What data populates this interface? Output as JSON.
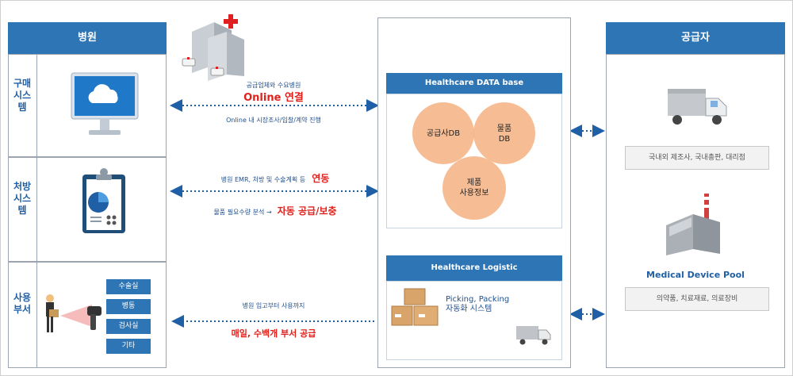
{
  "hospital": {
    "header": "병원",
    "rows": [
      {
        "label": "구매시스템"
      },
      {
        "label": "처방시스템"
      },
      {
        "label": "사용부서"
      }
    ],
    "departments": [
      "수술실",
      "병동",
      "검사실",
      "기타"
    ]
  },
  "flows": {
    "online": {
      "line1": "공급업체와 수요병원",
      "highlight": "Online 연결",
      "below": "Online 내 시장조사/입찰/계약 진행"
    },
    "emr": {
      "text": "병원 EMR, 처방 및 수술계획 등",
      "highlight": "연동",
      "line2_text": "물품 필요수량 분석 →",
      "line2_highlight": "자동 공급/보충"
    },
    "usage": {
      "text": "병원 입고부터 사용까지",
      "highlight": "매일, 수백개 부서 공급"
    }
  },
  "center": {
    "db_header": "Healthcare DATA base",
    "circles": [
      "공급사DB",
      "물품\nDB",
      "제품\n사용정보"
    ],
    "logistic_header": "Healthcare Logistic",
    "logistic_text": "Picking, Packing\n자동화 시스템"
  },
  "supplier": {
    "header": "공급자",
    "box1": "국내외 제조사, 국내총판, 대리점",
    "pool_title": "Medical Device Pool",
    "box2": "의약품, 치료재료, 의료장비"
  },
  "colors": {
    "accent": "#2e75b6",
    "circle": "#f4b183",
    "highlight": "#e0201b"
  }
}
